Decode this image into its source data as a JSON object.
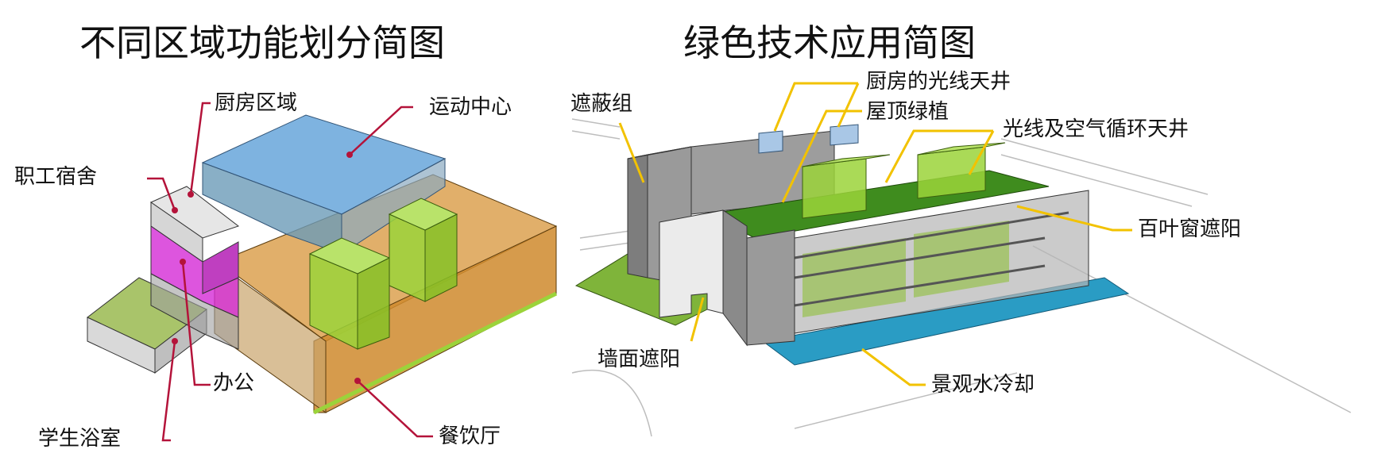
{
  "left_panel": {
    "title": "不同区域功能划分简图",
    "labels": {
      "kitchen": "厨房区域",
      "sports": "运动中心",
      "staff_dorm": "职工宿舍",
      "office": "办公",
      "dining": "餐饮厅",
      "shower": "学生浴室"
    }
  },
  "right_panel": {
    "title": "绿色技术应用简图",
    "labels": {
      "shade_group": "遮蔽组",
      "kitchen_lightwell": "厨房的光线天井",
      "green_roof": "屋顶绿植",
      "light_air_well": "光线及空气循环天井",
      "louver": "百叶窗遮阳",
      "wall_shade": "墙面遮阳",
      "water_cooling": "景观水冷却"
    }
  },
  "colors": {
    "sports": "#6fa7d6",
    "dining": "#d9993a",
    "green_volume": "#9bd33a",
    "magenta": "#d42bd6",
    "roof_green": "#3f8c1e",
    "water": "#2a9cc4",
    "leader_red": "#b4133a",
    "leader_yellow": "#f2c200"
  }
}
